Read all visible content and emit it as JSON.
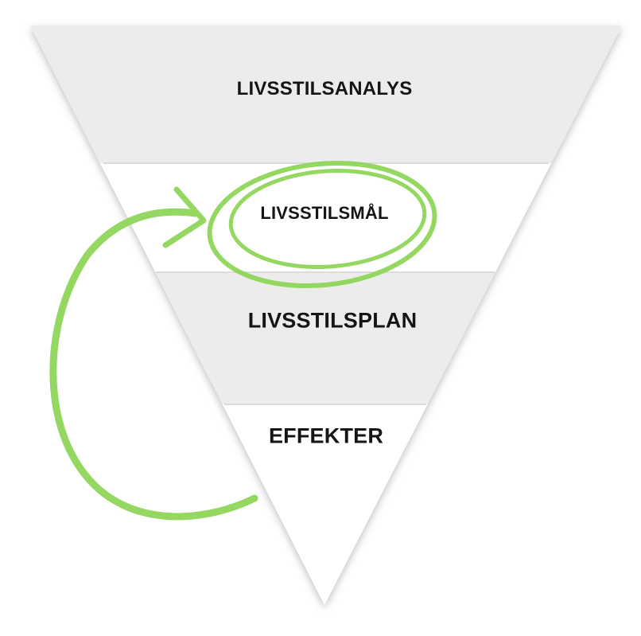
{
  "levels": [
    {
      "label": "LIVSSTILSANALYS"
    },
    {
      "label": "LIVSSTILSMÅL"
    },
    {
      "label": "LIVSSTILSPLAN"
    },
    {
      "label": "EFFEKTER"
    }
  ],
  "highlighted_level": "LIVSSTILSMÅL",
  "colors": {
    "band_gray": "#ececec",
    "band_white": "#ffffff",
    "accent_green": "#8fd65a",
    "text": "#151515"
  }
}
